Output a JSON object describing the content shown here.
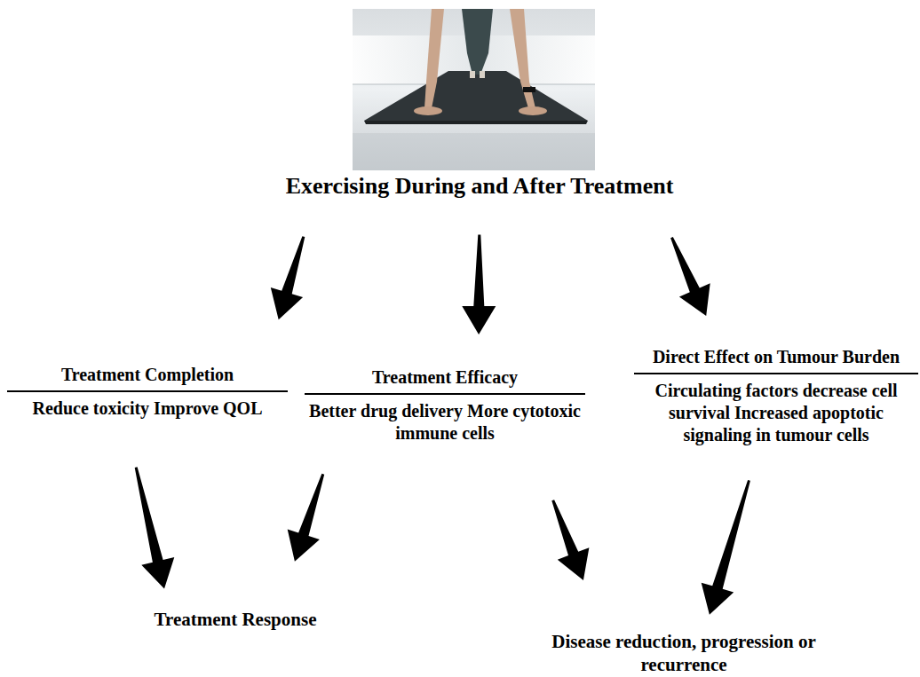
{
  "diagram": {
    "nodes": [
      {
        "text": [
          "Exercising During and After Treatment"
        ]
      },
      {
        "text": [
          "Treatment Completion",
          "Reduce toxicity Improve QOL"
        ]
      },
      {
        "text": [
          "Treatment Efficacy",
          "Better drug delivery More cytotoxic immune cells"
        ]
      },
      {
        "text": [
          "Direct Effect on Tumour Burden",
          "Circulating factors decrease cell survival Increased apoptotic signaling in tumour cells"
        ]
      },
      {
        "text": [
          "Treatment Response"
        ]
      },
      {
        "text": [
          "Disease reduction, progression or recurrence"
        ]
      }
    ],
    "edges": [
      {
        "from": 0,
        "to": 1,
        "arrow": "to"
      },
      {
        "from": 0,
        "to": 2,
        "arrow": "to"
      },
      {
        "from": 0,
        "to": 3,
        "arrow": "to"
      },
      {
        "from": 1,
        "to": 4,
        "arrow": "to"
      },
      {
        "from": 2,
        "to": 4,
        "arrow": "to"
      },
      {
        "from": 2,
        "to": 5,
        "arrow": "to"
      },
      {
        "from": 3,
        "to": 5,
        "arrow": "to"
      }
    ]
  }
}
